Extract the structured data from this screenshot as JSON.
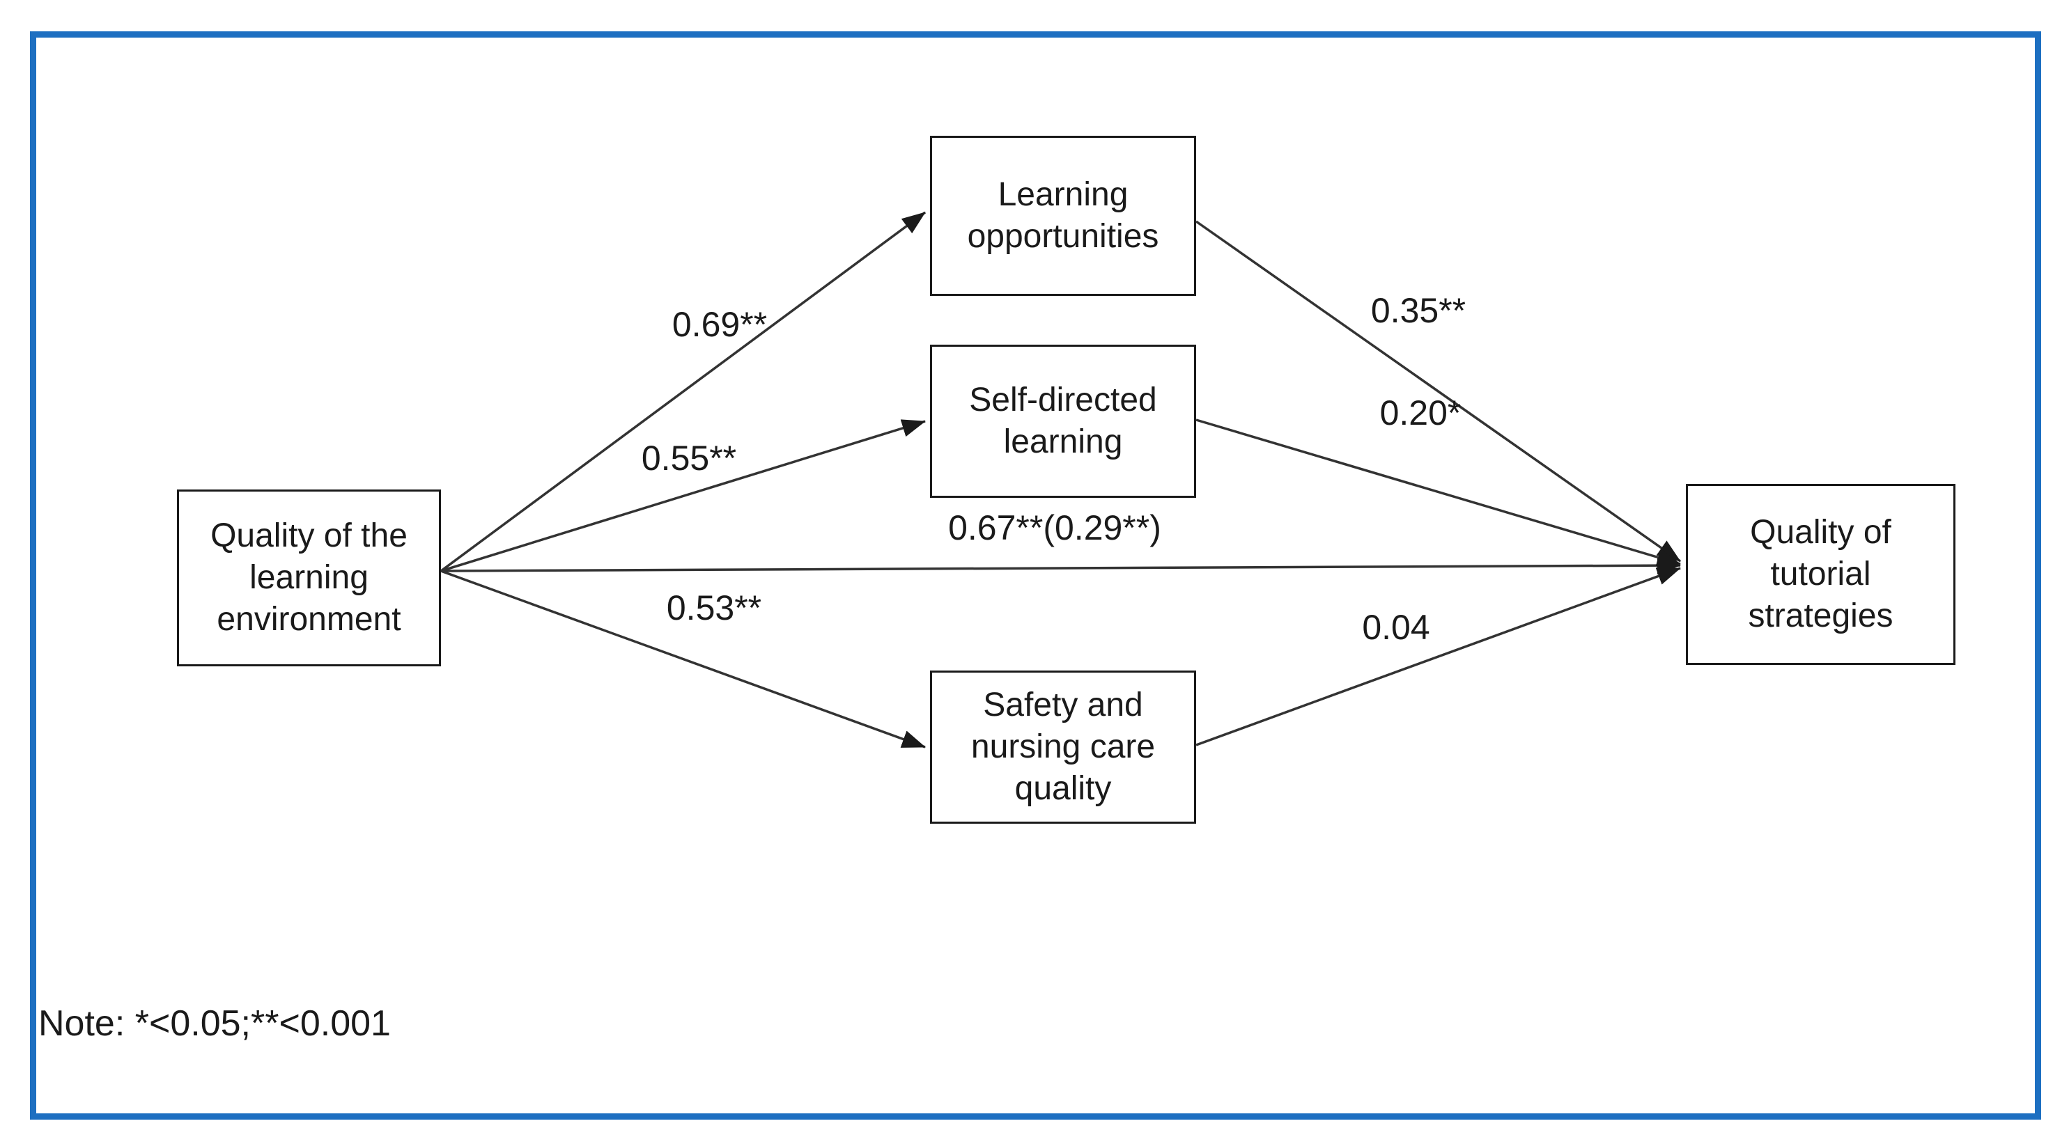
{
  "figure": {
    "type": "path-diagram",
    "frame_border_color": "#1d6fc1",
    "note": "Note: *<0.05;**<0.001",
    "nodes": {
      "qle": {
        "label": "Quality of the learning environment"
      },
      "lo": {
        "label": "Learning opportunities"
      },
      "sdl": {
        "label": "Self-directed learning"
      },
      "snc": {
        "label": "Safety and nursing care quality"
      },
      "qts": {
        "label": "Quality of tutorial strategies"
      }
    },
    "edges": {
      "qle_lo": {
        "from": "Quality of the learning environment",
        "to": "Learning opportunities",
        "label": "0.69**"
      },
      "qle_sdl": {
        "from": "Quality of the learning environment",
        "to": "Self-directed learning",
        "label": "0.55**"
      },
      "qle_snc": {
        "from": "Quality of the learning environment",
        "to": "Safety and nursing care quality",
        "label": "0.53**"
      },
      "qle_qts": {
        "from": "Quality of the learning environment",
        "to": "Quality of tutorial strategies",
        "label": "0.67**(0.29**)"
      },
      "lo_qts": {
        "from": "Learning opportunities",
        "to": "Quality of tutorial strategies",
        "label": "0.35**"
      },
      "sdl_qts": {
        "from": "Self-directed learning",
        "to": "Quality of tutorial strategies",
        "label": "0.20*"
      },
      "snc_qts": {
        "from": "Safety and nursing care quality",
        "to": "Quality of tutorial strategies",
        "label": "0.04"
      }
    }
  }
}
